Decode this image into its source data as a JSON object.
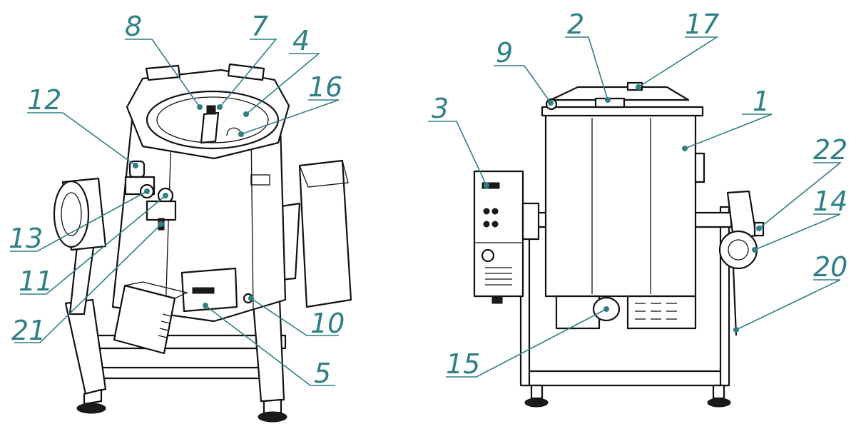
{
  "diagram": {
    "colors": {
      "callout": "#2f7f86",
      "outline": "#111111",
      "background": "#ffffff"
    },
    "views": [
      {
        "id": "front-view"
      },
      {
        "id": "rear-view"
      }
    ],
    "callouts": [
      {
        "label": "8"
      },
      {
        "label": "7"
      },
      {
        "label": "4"
      },
      {
        "label": "12"
      },
      {
        "label": "16"
      },
      {
        "label": "13"
      },
      {
        "label": "11"
      },
      {
        "label": "21"
      },
      {
        "label": "10"
      },
      {
        "label": "5"
      },
      {
        "label": "9"
      },
      {
        "label": "2"
      },
      {
        "label": "17"
      },
      {
        "label": "3"
      },
      {
        "label": "1"
      },
      {
        "label": "22"
      },
      {
        "label": "14"
      },
      {
        "label": "20"
      },
      {
        "label": "15"
      }
    ]
  }
}
